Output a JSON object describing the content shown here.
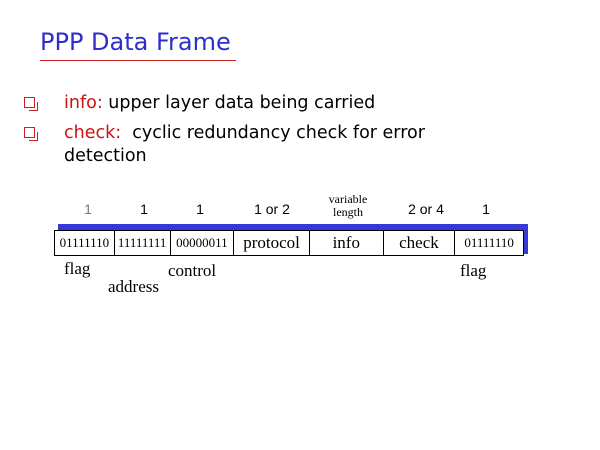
{
  "title": "PPP Data Frame",
  "bullets": [
    {
      "term": "info:",
      "text": "upper layer data being carried"
    },
    {
      "term": "check:",
      "text": "cyclic redundancy check for error detection"
    }
  ],
  "frame": {
    "sizes": [
      "1",
      "1",
      "1",
      "1 or 2",
      "variable length",
      "2 or 4",
      "1"
    ],
    "fields": [
      "01111110",
      "11111111",
      "00000011",
      "protocol",
      "info",
      "check",
      "01111110"
    ],
    "labels": {
      "flag_left": "flag",
      "address": "address",
      "control": "control",
      "flag_right": "flag"
    }
  },
  "colors": {
    "title": "#2e2ecc",
    "term": "#cc1111",
    "shadow": "#3838d6",
    "bullet_box": "#cc2222"
  }
}
